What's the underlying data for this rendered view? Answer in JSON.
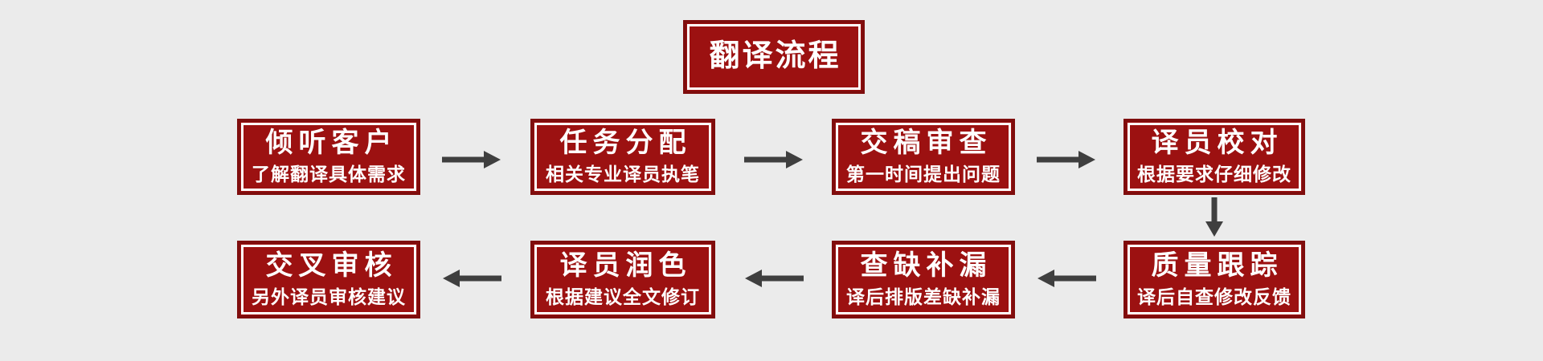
{
  "title": {
    "label": "翻译流程"
  },
  "colors": {
    "background": "#ebebeb",
    "box_fill": "#9c1111",
    "box_border": "#7f0d0d",
    "inner_border": "#ffffff",
    "text": "#ffffff",
    "arrow": "#3f3f3f"
  },
  "flow": {
    "rows": [
      {
        "direction": "right",
        "steps": [
          {
            "title": "倾听客户",
            "subtitle": "了解翻译具体需求"
          },
          {
            "title": "任务分配",
            "subtitle": "相关专业译员执笔"
          },
          {
            "title": "交稿审查",
            "subtitle": "第一时间提出问题"
          },
          {
            "title": "译员校对",
            "subtitle": "根据要求仔细修改"
          }
        ]
      },
      {
        "direction": "left",
        "steps": [
          {
            "title": "质量跟踪",
            "subtitle": "译后自查修改反馈"
          },
          {
            "title": "查缺补漏",
            "subtitle": "译后排版差缺补漏"
          },
          {
            "title": "译员润色",
            "subtitle": "根据建议全文修订"
          },
          {
            "title": "交叉审核",
            "subtitle": "另外译员审核建议"
          }
        ]
      }
    ]
  }
}
